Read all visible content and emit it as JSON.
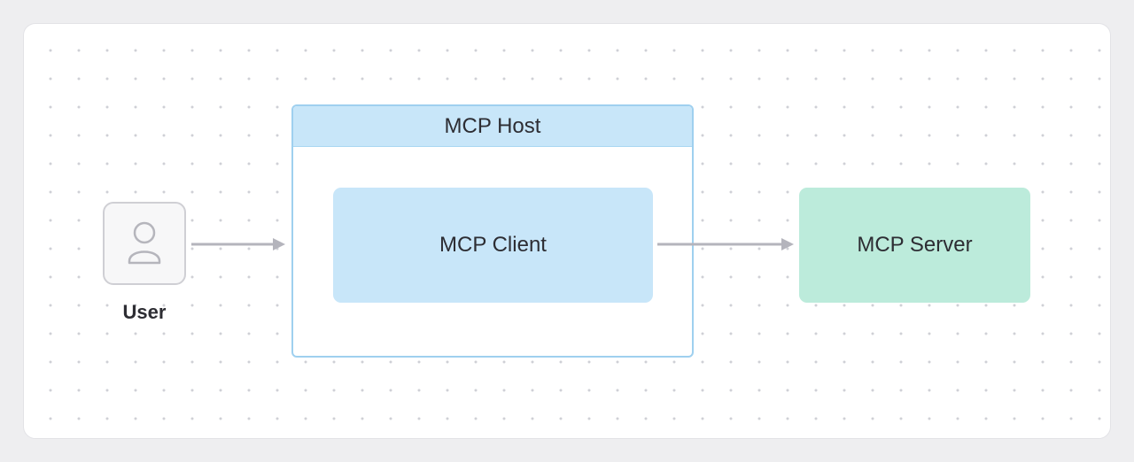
{
  "diagram": {
    "user": {
      "label": "User",
      "icon": "user-icon"
    },
    "host": {
      "label": "MCP Host"
    },
    "client": {
      "label": "MCP Client"
    },
    "server": {
      "label": "MCP Server"
    },
    "edges": [
      {
        "from": "User",
        "to": "MCP Host"
      },
      {
        "from": "MCP Client",
        "to": "MCP Server"
      }
    ]
  },
  "colors": {
    "page_background": "#eeeef0",
    "canvas_background": "#ffffff",
    "dot_grid": "#cfd0d6",
    "host_border": "#9fd0ef",
    "host_header": "#c8e6f9",
    "client_fill": "#c8e6f9",
    "server_fill": "#bcebdb",
    "arrow": "#b4b4bc",
    "text": "#2d2d33"
  }
}
